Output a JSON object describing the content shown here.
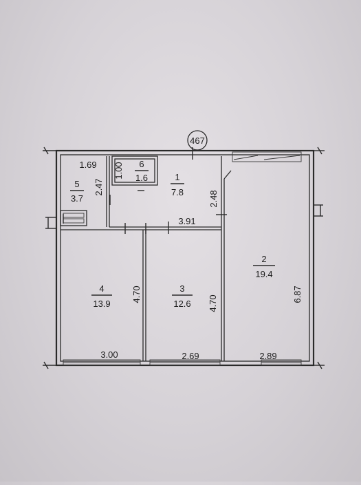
{
  "plan_number": "467",
  "rooms": [
    {
      "id": "1",
      "area": "7.8"
    },
    {
      "id": "2",
      "area": "19.4"
    },
    {
      "id": "3",
      "area": "12.6"
    },
    {
      "id": "4",
      "area": "13.9"
    },
    {
      "id": "5",
      "area": "3.7"
    },
    {
      "id": "6",
      "area": "1.6"
    }
  ],
  "dimensions": {
    "d_1_69": "1.69",
    "d_1_00": "1.00",
    "d_2_47": "2.47",
    "d_2_48": "2.48",
    "d_3_91": "3.91",
    "d_4_70_left": "4.70",
    "d_4_70_right": "4.70",
    "d_6_87": "6.87",
    "d_3_00": "3.00",
    "d_2_69": "2.69",
    "d_2_89": "2.89"
  }
}
